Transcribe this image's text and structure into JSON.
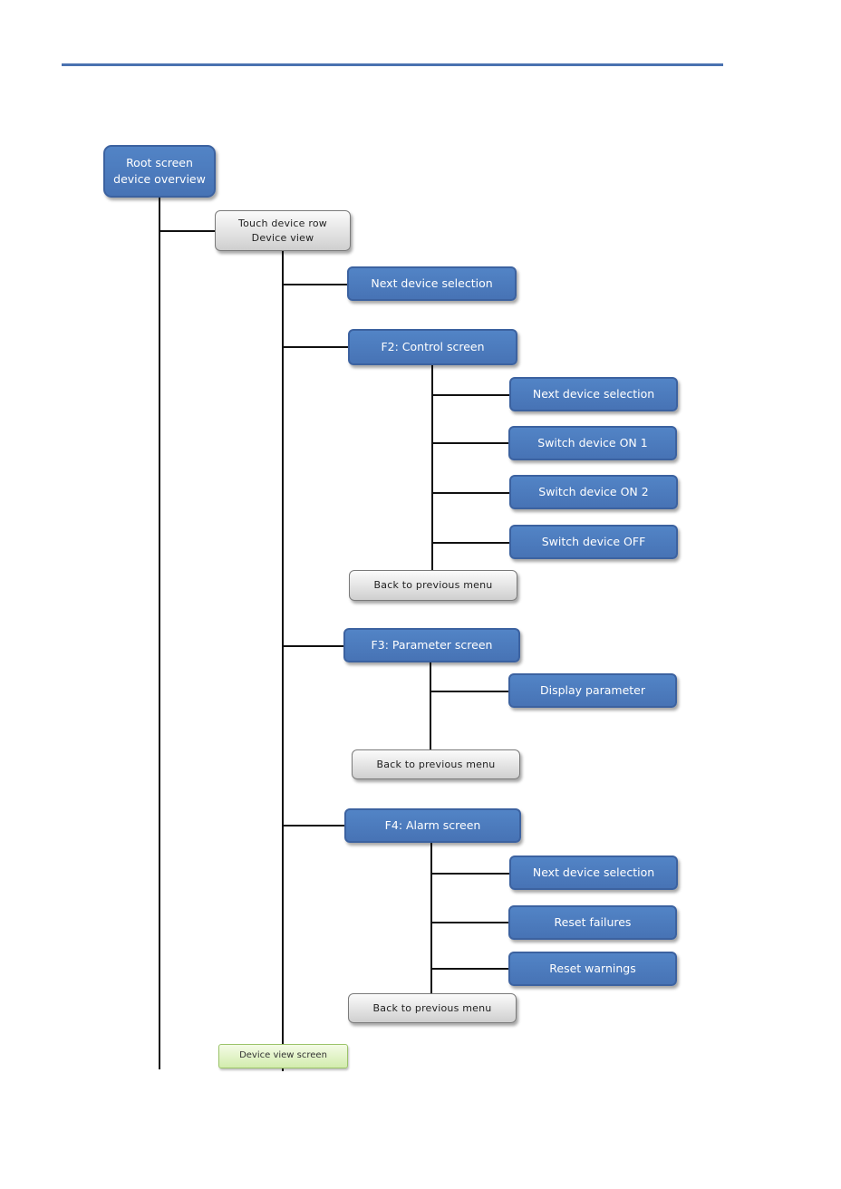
{
  "diagram": {
    "root": {
      "line1": "Root screen",
      "line2": "device overview"
    },
    "touch_device_row": {
      "line1": "Touch device row",
      "line2": "Device view"
    },
    "device_view": {
      "next_device_selection": "Next device selection",
      "f2_control_screen": "F2: Control  screen",
      "f3_parameter_screen": "F3: Parameter screen",
      "f4_alarm_screen": "F4: Alarm screen",
      "device_view_screen": "Device view screen"
    },
    "control_screen": {
      "next_device_selection": "Next device selection",
      "switch_on_1": "Switch device ON 1",
      "switch_on_2": "Switch device ON 2",
      "switch_off": "Switch device OFF",
      "back": "Back to previous menu"
    },
    "parameter_screen": {
      "display_parameter": "Display parameter",
      "back": "Back to previous menu"
    },
    "alarm_screen": {
      "next_device_selection": "Next device selection",
      "reset_failures": "Reset failures",
      "reset_warnings": "Reset warnings",
      "back": "Back to previous menu"
    }
  }
}
